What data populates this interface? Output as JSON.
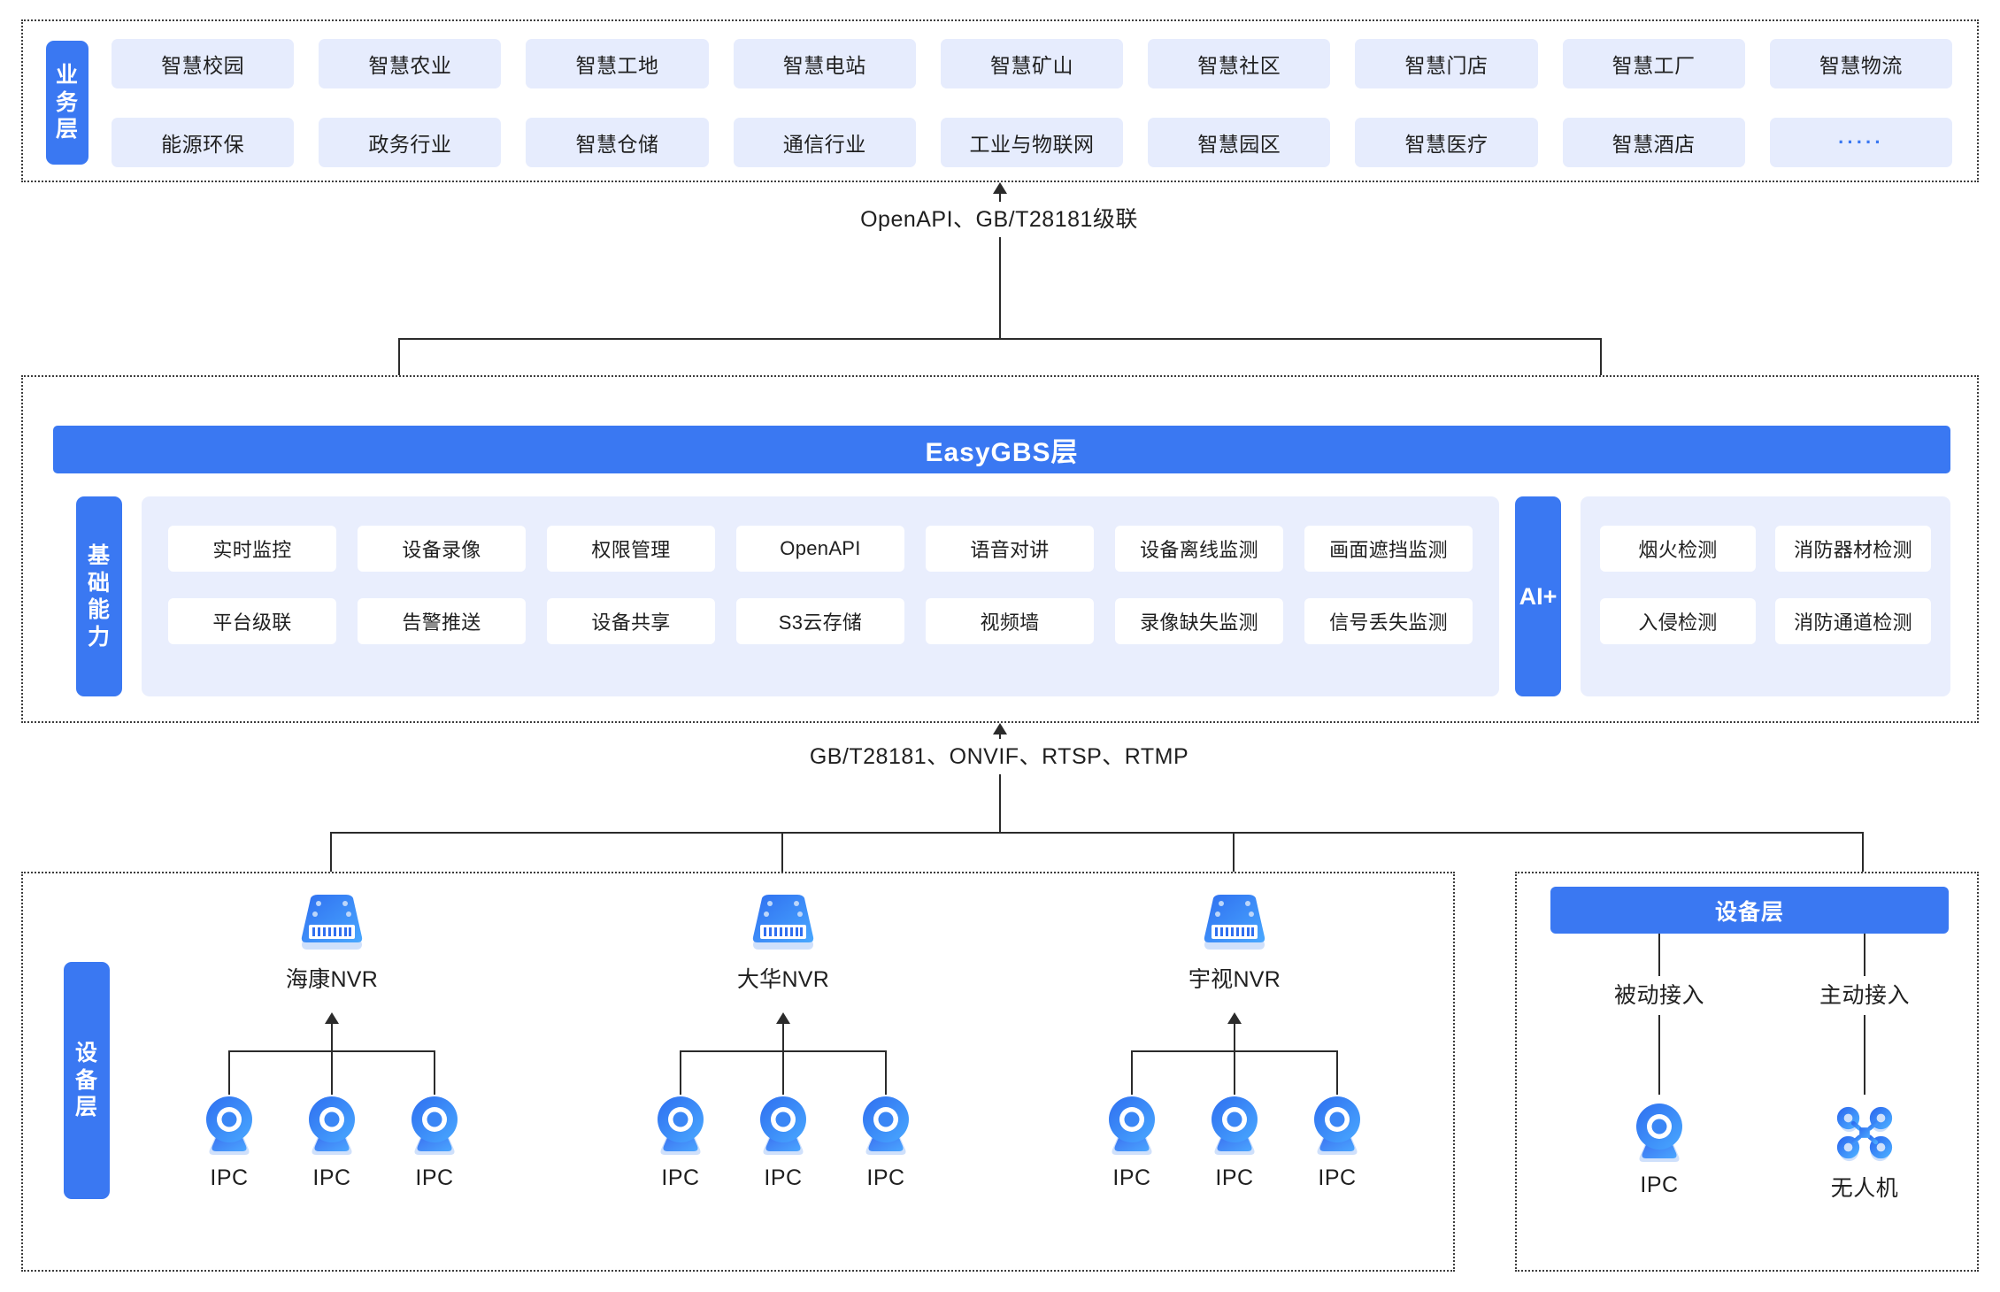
{
  "business_layer": {
    "side_label": "业务层",
    "items": [
      "智慧校园",
      "智慧农业",
      "智慧工地",
      "智慧电站",
      "智慧矿山",
      "智慧社区",
      "智慧门店",
      "智慧工厂",
      "智慧物流",
      "能源环保",
      "政务行业",
      "智慧仓储",
      "通信行业",
      "工业与物联网",
      "智慧园区",
      "智慧医疗",
      "智慧酒店",
      "·····"
    ]
  },
  "connector_top": {
    "label": "OpenAPI、GB/T28181级联"
  },
  "platform_layer": {
    "title": "EasyGBS层",
    "capability_side_label": "基础能力",
    "capabilities": [
      "实时监控",
      "设备录像",
      "权限管理",
      "OpenAPI",
      "语音对讲",
      "设备离线监测",
      "画面遮挡监测",
      "平台级联",
      "告警推送",
      "设备共享",
      "S3云存储",
      "视频墙",
      "录像缺失监测",
      "信号丢失监测"
    ],
    "ai_side_label": "AI+",
    "ai_capabilities": [
      "烟火检测",
      "消防器材检测",
      "入侵检测",
      "消防通道检测"
    ]
  },
  "connector_bottom": {
    "label": "GB/T28181、ONVIF、RTSP、RTMP"
  },
  "device_layer_left": {
    "side_label": "设备层",
    "groups": [
      {
        "nvr_label": "海康NVR",
        "nvr_icon": "nvr-icon",
        "cameras": [
          {
            "label": "IPC",
            "icon": "ipc-camera-icon"
          },
          {
            "label": "IPC",
            "icon": "ipc-camera-icon"
          },
          {
            "label": "IPC",
            "icon": "ipc-camera-icon"
          }
        ]
      },
      {
        "nvr_label": "大华NVR",
        "nvr_icon": "nvr-icon",
        "cameras": [
          {
            "label": "IPC",
            "icon": "ipc-camera-icon"
          },
          {
            "label": "IPC",
            "icon": "ipc-camera-icon"
          },
          {
            "label": "IPC",
            "icon": "ipc-camera-icon"
          }
        ]
      },
      {
        "nvr_label": "宇视NVR",
        "nvr_icon": "nvr-icon",
        "cameras": [
          {
            "label": "IPC",
            "icon": "ipc-camera-icon"
          },
          {
            "label": "IPC",
            "icon": "ipc-camera-icon"
          },
          {
            "label": "IPC",
            "icon": "ipc-camera-icon"
          }
        ]
      }
    ]
  },
  "device_layer_right": {
    "title": "设备层",
    "branches": [
      {
        "access_label": "被动接入",
        "device_label": "IPC",
        "icon": "ipc-camera-icon"
      },
      {
        "access_label": "主动接入",
        "device_label": "无人机",
        "icon": "drone-icon"
      }
    ]
  },
  "colors": {
    "accent": "#3a78f2",
    "chip_bg": "#e6ecfd",
    "panel_bg": "#e9eefd",
    "line": "#2b2b2b",
    "text": "#1f1f1f"
  }
}
